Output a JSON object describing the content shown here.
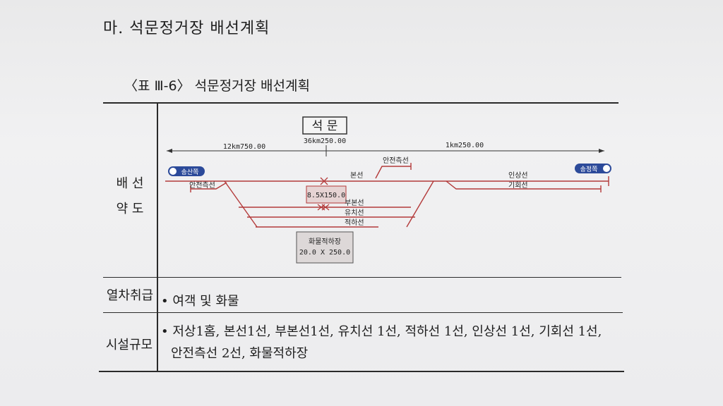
{
  "heading": "마. 석문정거장 배선계획",
  "caption": "〈표 Ⅲ-6〉 석문정거장 배선계획",
  "rows": {
    "diagram_label": "배 선\n약 도",
    "diagram_label_line1": "배 선",
    "diagram_label_line2": "약 도",
    "train_label": "열차취급",
    "train_value": "• 여객 및 화물",
    "facility_label": "시설규모",
    "facility_value_line1": "• 저상1홈, 본선1선, 부본선1선, 유치선 1선, 적하선 1선, 인상선 1선, 기회선 1선,",
    "facility_value_line2": "안전측선 2선, 화물적하장"
  },
  "diagram": {
    "station_name": "석 문",
    "distance_left": "12km750.00",
    "distance_center": "36km250.00",
    "distance_right": "1km250.00",
    "left_badge": "송산쪽",
    "right_badge": "송정쪽",
    "platform": "8.5X150.0",
    "freight_yard_line1": "화물적하장",
    "freight_yard_line2": "20.0 X 250.0",
    "track_labels": {
      "main": "본선",
      "safety_top": "안전측선",
      "safety_left": "안전측선",
      "sub_main": "부본선",
      "storage": "유치선",
      "loading": "적하선",
      "pull_out": "인상선",
      "run_around": "기회선"
    },
    "colors": {
      "track": "#b33a3a",
      "platform_fill": "#e6d3d3",
      "yard_fill": "#ddd8d8",
      "badge": "#2c4a9a"
    }
  }
}
